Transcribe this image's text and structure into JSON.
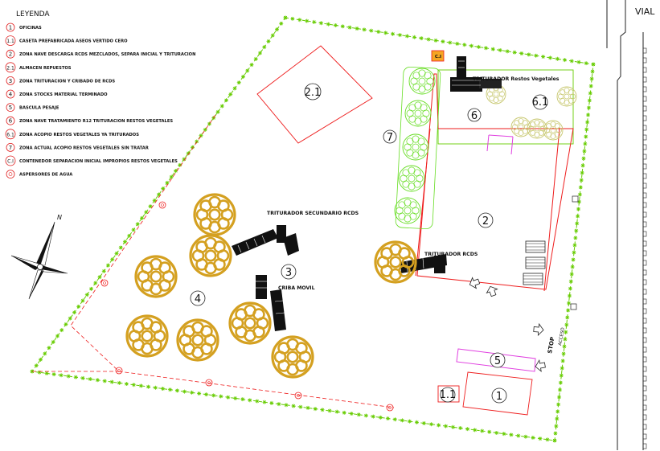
{
  "legend": {
    "title": "LEYENDA",
    "items": [
      {
        "num": "1",
        "text": "OFICINAS",
        "color": "#e02020"
      },
      {
        "num": "1.1",
        "text": "CASETA PREFABRICADA ASEOS VERTIDO CERO",
        "color": "#e02020"
      },
      {
        "num": "2",
        "text": "ZONA NAVE DESCARGA RCDS MEZCLADOS, SEPARA INICIAL Y TRITURACION",
        "color": "#e02020"
      },
      {
        "num": "2.1",
        "text": "ALMACEN REPUESTOS",
        "color": "#e02020"
      },
      {
        "num": "3",
        "text": "ZONA TRITURACION Y CRIBADO DE RCDS",
        "color": "#e02020"
      },
      {
        "num": "4",
        "text": "ZONA STOCKS MATERIAL TERMINADO",
        "color": "#e02020"
      },
      {
        "num": "5",
        "text": "BASCULA PESAJE",
        "color": "#e02020"
      },
      {
        "num": "6",
        "text": "ZONA NAVE TRATAMIENTO R12 TRITURACION RESTOS VEGETALES",
        "color": "#e02020"
      },
      {
        "num": "6.1",
        "text": "ZONA ACOPIO RESTOS VEGETALES YA TRITURADOS",
        "color": "#e02020"
      },
      {
        "num": "7",
        "text": "ZONA ACTUAL ACOPIO RESTOS VEGETALES SIN TRATAR",
        "color": "#e02020"
      },
      {
        "num": "C.I",
        "text": "CONTENEDOR SEPARACION INICIAL IMPROPIOS RESTOS VEGETALES",
        "color": "#e02020"
      },
      {
        "num": "",
        "text": "ASPERSORES DE AGUA",
        "color": "#e02020"
      }
    ]
  },
  "labels": {
    "vial": "VIAL",
    "north": "N",
    "acceso": "ACCESO",
    "stop": "STOP",
    "ci": "C.I",
    "triturador_vegetales": "TRITURADOR Restos Vegetales",
    "triturador_secundario": "TRITURADOR SECUNDARIO RCDS",
    "triturador_rcds": "TRITURADOR RCDS",
    "criba_movil": "CRIBA MOVIL"
  },
  "zones": {
    "z1": "1",
    "z11": "1.1",
    "z2": "2",
    "z21": "2.1",
    "z3": "3",
    "z4": "4",
    "z5": "5",
    "z6": "6",
    "z61": "6.1",
    "z7": "7"
  },
  "colors": {
    "hedge": "#66cc00",
    "zone_line": "#ee1c1c",
    "magenta": "#e040e0",
    "stockpile": "#d4a020",
    "machinery": "#111111",
    "veg_pile": "#66dd22",
    "veg_done": "#c8c870",
    "ci_fill": "#f5a623",
    "road": "#222222"
  }
}
